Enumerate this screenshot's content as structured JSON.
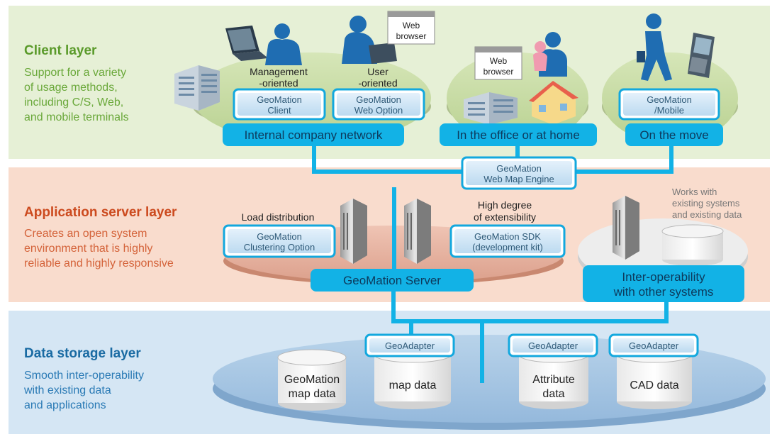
{
  "colors": {
    "client_bg": "#e6f0d6",
    "app_bg": "#f9dccd",
    "data_bg": "#d5e6f4",
    "line": "#12b2e6",
    "client_title": "#5a9a2a",
    "app_title": "#cc4a1e",
    "data_title": "#1a6ba3"
  },
  "layers": {
    "client": {
      "title": "Client layer",
      "desc": [
        "Support for a variety",
        "of usage methods,",
        "including C/S, Web,",
        "and mobile terminals"
      ]
    },
    "app": {
      "title": "Application server layer",
      "desc": [
        "Creates an open system",
        "environment that is highly",
        "reliable and highly responsive"
      ]
    },
    "data": {
      "title": "Data storage layer",
      "desc": [
        "Smooth inter-operability",
        "with existing data",
        "and applications"
      ]
    }
  },
  "client": {
    "mgmt_label": [
      "Management",
      "-oriented"
    ],
    "user_label": [
      "User",
      "-oriented"
    ],
    "box_client": [
      "GeoMation",
      "Client"
    ],
    "box_web_option": [
      "GeoMation",
      "Web Option"
    ],
    "box_mobile": [
      "GeoMation",
      "/Mobile"
    ],
    "web_browser_1": [
      "Web",
      "browser"
    ],
    "web_browser_2": [
      "Web",
      "browser"
    ],
    "pill_internal": "Internal company network",
    "pill_office": "In the office or at home",
    "pill_move": "On the move",
    "icons": [
      "laptop-icon",
      "person-icon",
      "building-icon",
      "family-icon",
      "house-icon",
      "walking-person-icon",
      "mobile-phone-icon"
    ]
  },
  "app": {
    "box_engine": [
      "GeoMation",
      "Web Map Engine"
    ],
    "load_label": "Load distribution",
    "ext_label": [
      "High degree",
      "of extensibility"
    ],
    "box_clustering": [
      "GeoMation",
      "Clustering Option"
    ],
    "box_sdk": [
      "GeoMation SDK",
      "(development kit)"
    ],
    "pill_server": "GeoMation Server",
    "works_note": [
      "Works with",
      "existing systems",
      "and existing data"
    ],
    "pill_interop": [
      "Inter-operability",
      "with other systems"
    ],
    "icons": [
      "server-icon",
      "database-icon"
    ]
  },
  "data": {
    "adapter_1": "GeoAdapter",
    "adapter_2": "GeoAdapter",
    "adapter_3": "GeoAdapter",
    "cyl_geomation": [
      "GeoMation",
      "map data"
    ],
    "cyl_map": "map data",
    "cyl_attribute": [
      "Attribute",
      "data"
    ],
    "cyl_cad": "CAD data"
  }
}
